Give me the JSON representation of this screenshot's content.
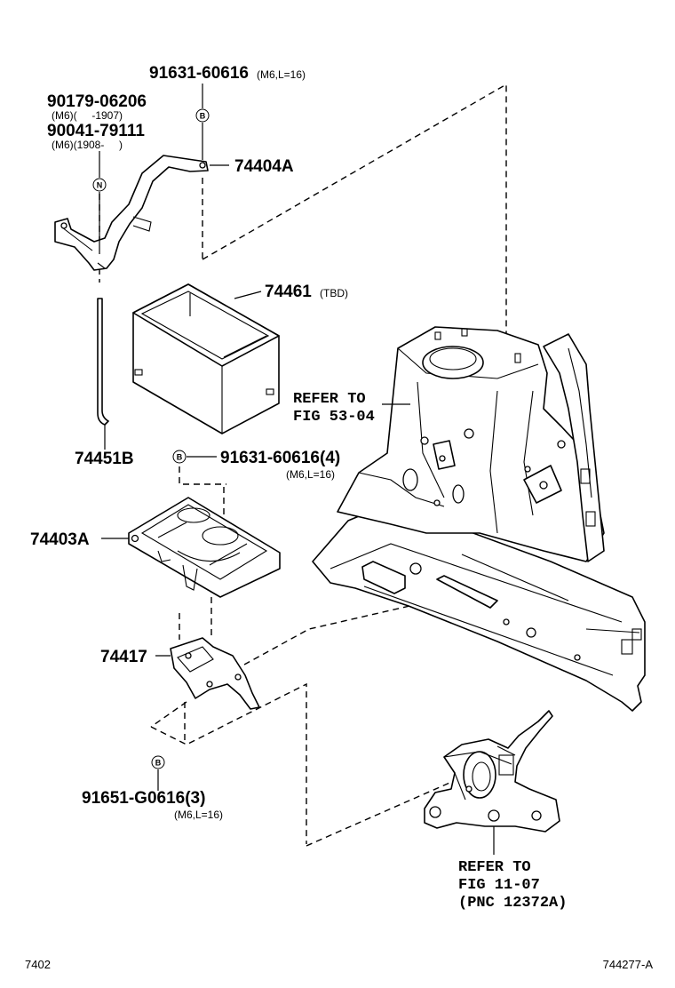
{
  "parts": {
    "bolt_top": {
      "number": "91631-60616",
      "spec": "(M6,L=16)"
    },
    "nut_a": {
      "number": "90179-06206",
      "spec": "(M6)(     -1907)"
    },
    "nut_b": {
      "number": "90041-79111",
      "spec": "(M6)(1908-     )"
    },
    "clamp": {
      "number": "74404A"
    },
    "battery_box": {
      "number": "74461",
      "spec": "(TBD)"
    },
    "rod": {
      "number": "74451B"
    },
    "bolt_mid": {
      "number": "91631-60616(4)",
      "spec": "(M6,L=16)"
    },
    "tray": {
      "number": "74403A"
    },
    "bracket": {
      "number": "74417"
    },
    "bolt_bottom": {
      "number": "91651-G0616(3)",
      "spec": "(M6,L=16)"
    }
  },
  "references": {
    "body": {
      "line1": "REFER TO",
      "line2": "FIG 53-04"
    },
    "mount": {
      "line1": "REFER TO",
      "line2": "FIG 11-07",
      "line3": "(PNC 12372A)"
    }
  },
  "badges": {
    "bolt": "B",
    "nut": "N"
  },
  "footer": {
    "page_code": "7402",
    "illustration_id": "744277-A"
  }
}
